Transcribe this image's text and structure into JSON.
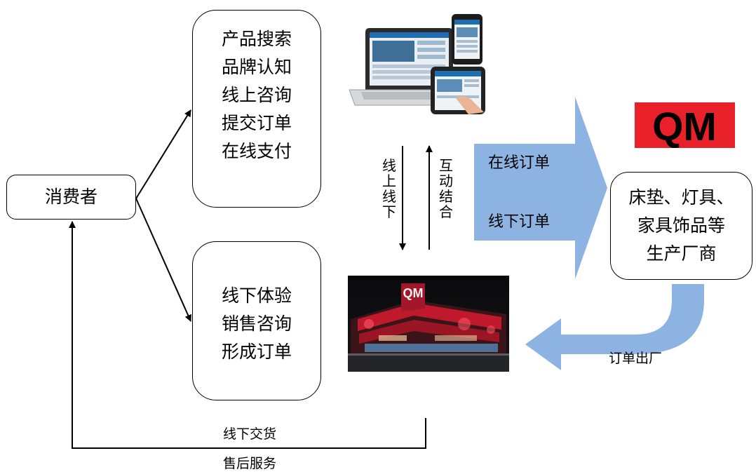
{
  "consumer": {
    "label": "消费者"
  },
  "online_box": {
    "lines": [
      "产品搜索",
      "品牌认知",
      "线上咨询",
      "提交订单",
      "在线支付"
    ]
  },
  "offline_box": {
    "lines": [
      "线下体验",
      "销售咨询",
      "形成订单"
    ]
  },
  "manufacturer_box": {
    "lines": [
      "床垫、灯具、",
      "家具饰品等",
      "生产厂商"
    ]
  },
  "big_arrow": {
    "online_order": "在线订单",
    "offline_order": "线下订单",
    "color": "#8db3e2"
  },
  "down_arrow_label": [
    "线",
    "上",
    "线",
    "下"
  ],
  "up_arrow_label": [
    "互",
    "动",
    "结",
    "合"
  ],
  "factory_out_label": "订单出厂",
  "bottom_labels": {
    "delivery": "线下交货",
    "after_sales": "售后服务"
  },
  "logo": {
    "text": "QM",
    "bg": "#e8212b",
    "fg": "#000000"
  },
  "images": {
    "devices": "devices-illustration",
    "store": "store-photo"
  }
}
